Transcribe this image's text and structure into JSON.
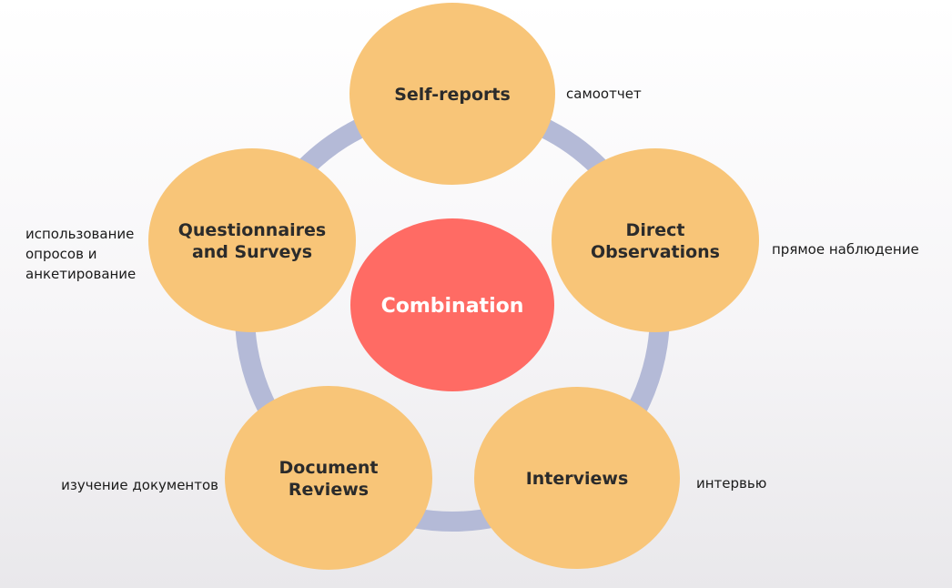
{
  "colors": {
    "ring": "#b4bad7",
    "node_fill": "#f8c578",
    "center_fill": "#ff6b64",
    "node_text": "#2b2b2b",
    "center_text": "#ffffff"
  },
  "center": {
    "label": "Combination"
  },
  "nodes": [
    {
      "id": "self-reports",
      "lines": [
        "Self-reports"
      ],
      "annotation": [
        "самоотчет"
      ]
    },
    {
      "id": "direct-observations",
      "lines": [
        "Direct",
        "Observations"
      ],
      "annotation": [
        "прямое наблюдение"
      ]
    },
    {
      "id": "interviews",
      "lines": [
        "Interviews"
      ],
      "annotation": [
        "интервью"
      ]
    },
    {
      "id": "document-reviews",
      "lines": [
        "Document",
        "Reviews"
      ],
      "annotation": [
        "изучение документов"
      ]
    },
    {
      "id": "questionnaires-surveys",
      "lines": [
        "Questionnaires",
        "and Surveys"
      ],
      "annotation": [
        "использование",
        "опросов и",
        "анкетирование"
      ]
    }
  ]
}
